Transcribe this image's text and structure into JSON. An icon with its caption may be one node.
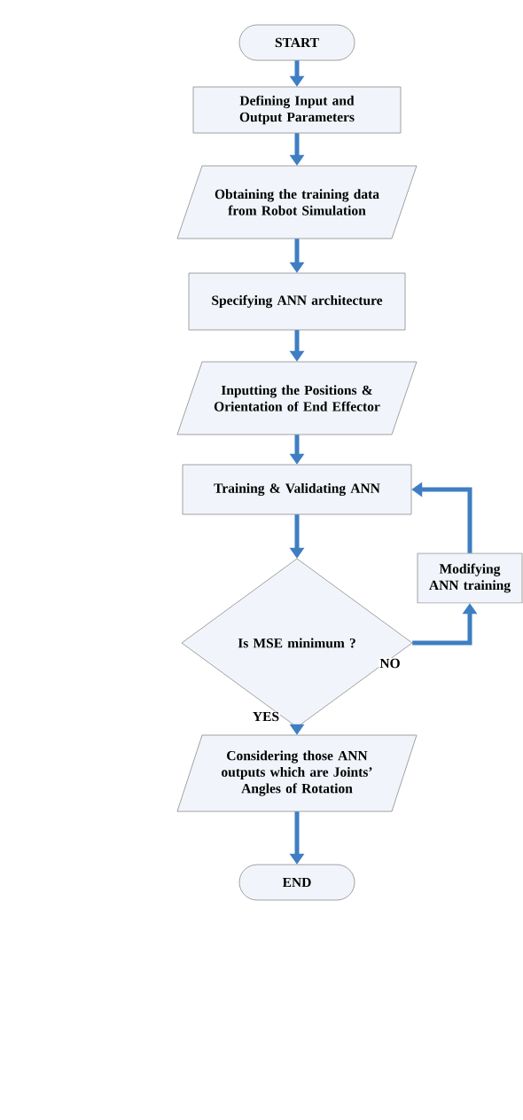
{
  "diagram": {
    "nodes": [
      {
        "text": [
          "START"
        ]
      },
      {
        "text": [
          "Defining Input and Output Parameters"
        ]
      },
      {
        "text": [
          "Obtaining the training data from Robot Simulation"
        ]
      },
      {
        "text": [
          "Specifying ANN architecture"
        ]
      },
      {
        "text": [
          "Inputting the Positions & Orientation of End Effector"
        ]
      },
      {
        "text": [
          "Training & Validating ANN"
        ]
      },
      {
        "text": [
          "Is MSE minimum ?"
        ]
      },
      {
        "text": [
          "Modifying ANN training"
        ]
      },
      {
        "text": [
          "Considering those ANN outputs which are Joints’ Angles of Rotation"
        ]
      },
      {
        "text": [
          "END"
        ]
      }
    ],
    "edges": [
      {
        "from": 0,
        "to": 1,
        "arrow": "to"
      },
      {
        "from": 1,
        "to": 2,
        "arrow": "to"
      },
      {
        "from": 2,
        "to": 3,
        "arrow": "to"
      },
      {
        "from": 3,
        "to": 4,
        "arrow": "to"
      },
      {
        "from": 4,
        "to": 5,
        "arrow": "to"
      },
      {
        "from": 5,
        "to": 6,
        "arrow": "to"
      },
      {
        "from": 6,
        "to": 7,
        "arrow": "to",
        "label": "NO"
      },
      {
        "from": 7,
        "to": 5,
        "arrow": "to"
      },
      {
        "from": 6,
        "to": 8,
        "arrow": "to",
        "label": "YES"
      },
      {
        "from": 8,
        "to": 9,
        "arrow": "to"
      }
    ]
  }
}
